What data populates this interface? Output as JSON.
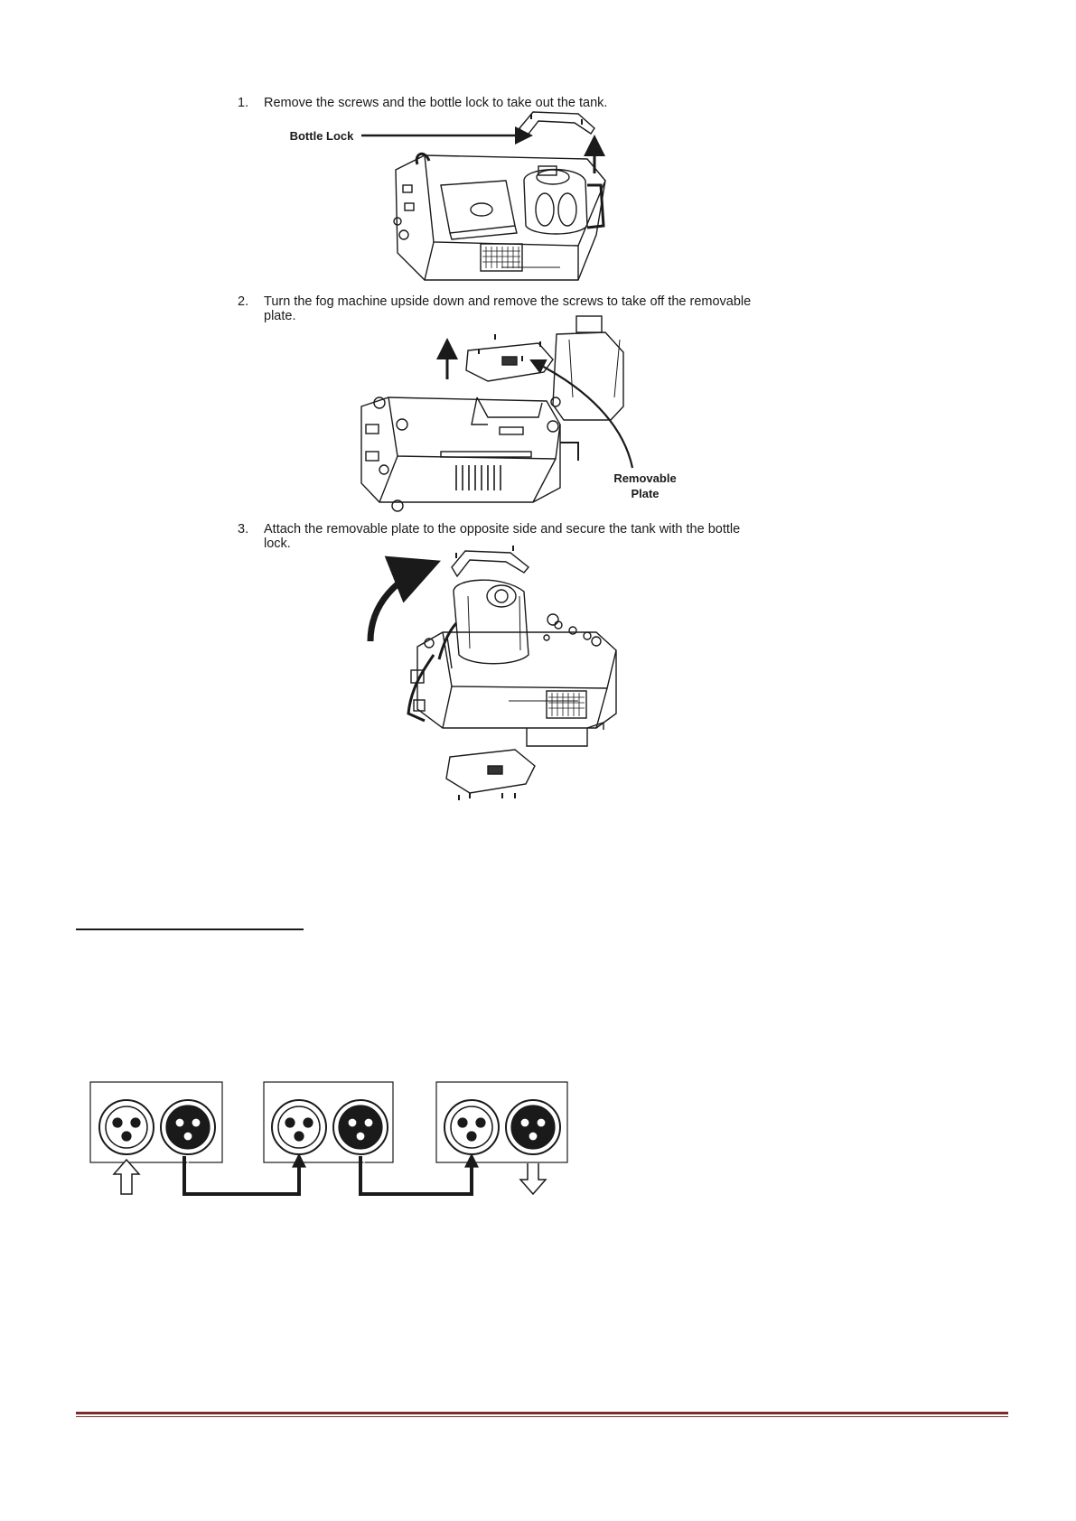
{
  "steps": [
    {
      "num": "1.",
      "text": "Remove the screws and the bottle lock to take out the tank."
    },
    {
      "num": "2.",
      "text": "Turn the fog machine upside down and remove the screws to take off the removable plate."
    },
    {
      "num": "3.",
      "text": "Attach the removable plate to the opposite side and secure the tank with the bottle lock."
    }
  ],
  "callouts": {
    "bottle_lock": "Bottle Lock",
    "removable_plate_line1": "Removable",
    "removable_plate_line2": "Plate"
  },
  "colors": {
    "line": "#1a1a1a",
    "footer_rule": "#7b2c2c"
  }
}
